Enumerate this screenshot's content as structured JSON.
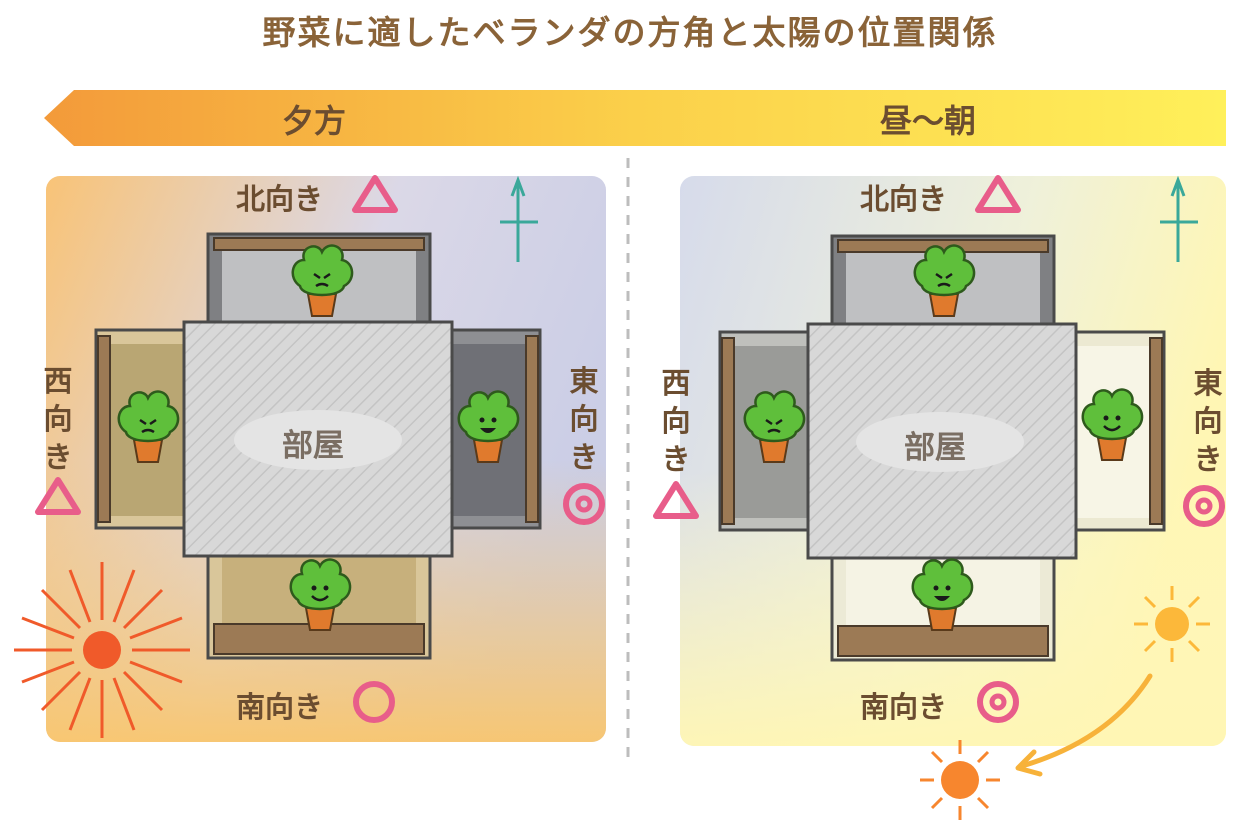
{
  "title": "野菜に適したベランダの方角と太陽の位置関係",
  "arrow": {
    "left_label": "夕方",
    "right_label": "昼〜朝",
    "color_start": "#f39a3a",
    "color_end": "#fff05a"
  },
  "colors": {
    "title": "#8a6338",
    "label": "#6b4d30",
    "mark": "#e85d8a",
    "room": "#d6d6d6",
    "plant": "#5fbf3b",
    "pot": "#e07a2d",
    "sun_red": "#f05a2a",
    "sun_yellow": "#fcb83a",
    "compass": "#3aa89a"
  },
  "panels": [
    {
      "id": "evening",
      "room_label": "部屋",
      "north_label": "北向き",
      "south_label": "南向き",
      "east_label": "東向き",
      "west_label": "西向き",
      "marks": {
        "north": "triangle",
        "south": "circle",
        "east": "double-circle",
        "west": "triangle"
      },
      "plants": {
        "north": "frown",
        "south": "smile",
        "east": "smile",
        "west": "frown"
      }
    },
    {
      "id": "day-morning",
      "room_label": "部屋",
      "north_label": "北向き",
      "south_label": "南向き",
      "east_label": "東向き",
      "west_label": "西向き",
      "marks": {
        "north": "triangle",
        "south": "double-circle",
        "east": "double-circle",
        "west": "triangle"
      },
      "plants": {
        "north": "frown",
        "south": "smile",
        "east": "smile",
        "west": "frown"
      }
    }
  ]
}
